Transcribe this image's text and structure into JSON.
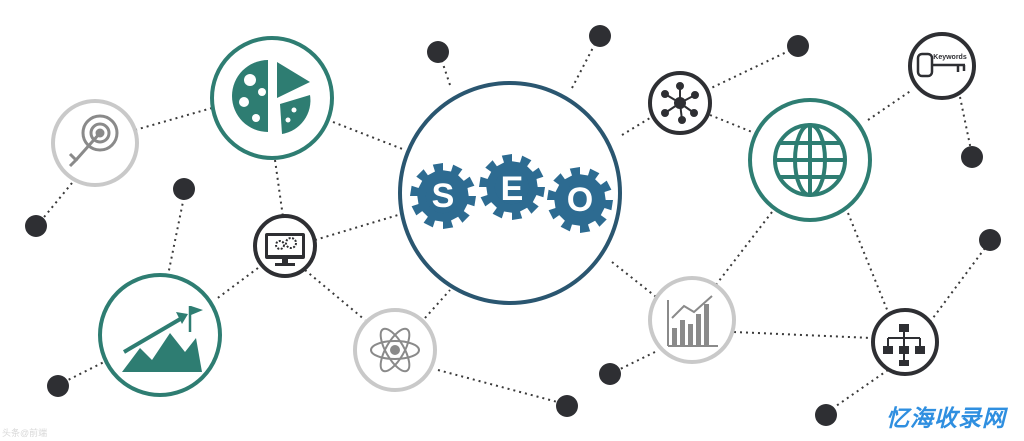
{
  "diagram": {
    "center_letters": [
      "S",
      "E",
      "O"
    ],
    "keyword_tag": "Keywords",
    "icons": [
      "pie-chart-icon",
      "target-icon",
      "monitor-gears-icon",
      "growth-mountain-icon",
      "atom-icon",
      "network-nodes-icon",
      "globe-icon",
      "key-icon",
      "bar-chart-icon",
      "sitemap-icon"
    ],
    "colors": {
      "teal": "#2e7d72",
      "navy": "#2a5670",
      "gear_blue": "#2d6b91",
      "dark_node": "#2e2f33",
      "light_gray": "#c9c9c9",
      "watermark_blue": "#2f8fe0"
    }
  },
  "watermark": {
    "text": "忆海收录网"
  },
  "corner_mark": {
    "text": "头条@前端"
  }
}
